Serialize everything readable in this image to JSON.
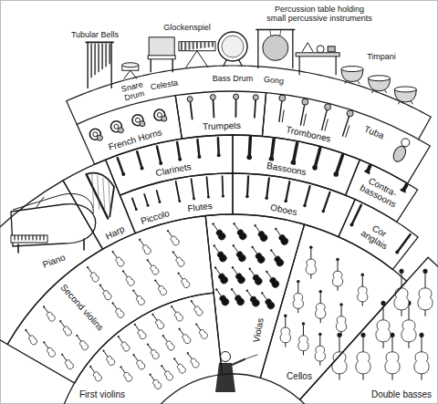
{
  "diagram": {
    "nodes": [
      {
        "text": [
          "French Horns"
        ]
      },
      {
        "text": [
          "Trumpets"
        ]
      },
      {
        "text": [
          "Trombones",
          "Tuba"
        ]
      },
      {
        "text": [
          "Clarinets"
        ]
      },
      {
        "text": [
          "Bassoons"
        ]
      },
      {
        "text": [
          "Contra-bassoons"
        ]
      },
      {
        "text": [
          "Harp"
        ]
      },
      {
        "text": [
          "Piccolo",
          "Flutes"
        ]
      },
      {
        "text": [
          "Oboes"
        ]
      },
      {
        "text": [
          "Cor anglais"
        ]
      },
      {
        "text": [
          "Piano"
        ]
      },
      {
        "text": [
          "Second violins"
        ]
      },
      {
        "text": [
          "Violas"
        ]
      },
      {
        "text": [
          "Double basses"
        ]
      },
      {
        "text": [
          "First violins"
        ]
      },
      {
        "text": [
          "Cellos"
        ]
      }
    ],
    "labels": [
      "Percussion table holding small percussive instruments",
      "Tubular Bells",
      "Glockenspiel",
      "Timpani",
      "Snare Drum",
      "Celesta",
      "Bass Drum",
      "Gong"
    ]
  }
}
